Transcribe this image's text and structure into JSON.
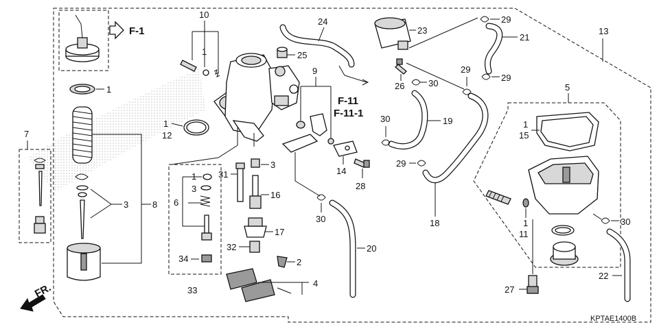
{
  "diagram_code": "KPTAE1400B",
  "refs": {
    "f1": "F-1",
    "f11": "F-11",
    "f111": "F-11-1",
    "front": "FR."
  },
  "callouts": {
    "c1": "1",
    "c2": "2",
    "c3": "3",
    "c4": "4",
    "c5": "5",
    "c6": "6",
    "c7": "7",
    "c8": "8",
    "c9": "9",
    "c10": "10",
    "c11": "11",
    "c12": "12",
    "c13": "13",
    "c14": "14",
    "c15": "15",
    "c16": "16",
    "c17": "17",
    "c18": "18",
    "c19": "19",
    "c20": "20",
    "c21": "21",
    "c22": "22",
    "c23": "23",
    "c24": "24",
    "c25": "25",
    "c26": "26",
    "c27": "27",
    "c28": "28",
    "c29": "29",
    "c30": "30",
    "c31": "31",
    "c32": "32",
    "c33": "33",
    "c34": "34"
  }
}
